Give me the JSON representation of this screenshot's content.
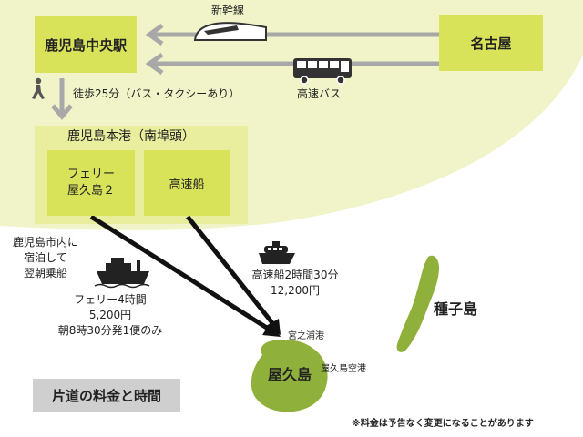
{
  "stations": {
    "kagoshima_chuo": "鹿児島中央駅",
    "nagoya": "名古屋",
    "port": "鹿児島本港（南埠頭）",
    "ferry": "フェリー\n屋久島２",
    "hispeed": "高速船"
  },
  "routes": {
    "shinkansen": "新幹線",
    "bus": "高速バス",
    "walk": "徒歩25分（バス・タクシーあり）",
    "hispeed_time": "高速船2時間30分",
    "hispeed_price": "12,200円",
    "ferry_time": "フェリー4時間",
    "ferry_price": "5,200円",
    "ferry_note": "朝8時30分発1便のみ",
    "overnight": "鹿児島市内に\n宿泊して\n翌朝乗船"
  },
  "places": {
    "yakushima": "屋久島",
    "miyanoura": "宮之浦港",
    "airport": "屋久島空港",
    "tanegashima": "種子島"
  },
  "footer": {
    "title": "片道の料金と時間",
    "note": "※料金は予告なく変更になることがあります"
  },
  "colors": {
    "region": "#f0f4c8",
    "box": "#d9e35a",
    "port_bg": "#e8ee9e",
    "island": "#8fb03a",
    "arrow_gray": "#a8a8a8",
    "arrow_black": "#111111"
  }
}
